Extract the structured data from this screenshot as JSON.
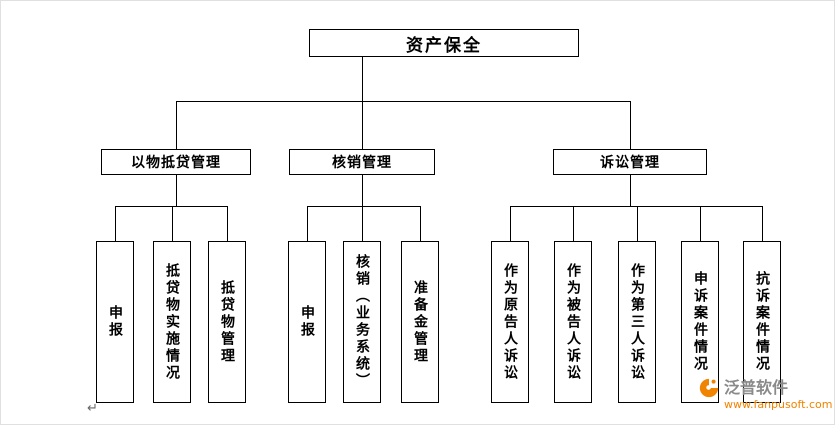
{
  "tree": {
    "root": "资产保全",
    "branches": [
      {
        "label": "以物抵贷管理",
        "children": [
          "申报",
          "抵贷物实施情况",
          "抵贷物管理"
        ]
      },
      {
        "label": "核销管理",
        "children": [
          "申报",
          "核销（业务系统）",
          "准备金管理"
        ]
      },
      {
        "label": "诉讼管理",
        "children": [
          "作为原告人诉讼",
          "作为被告人诉讼",
          "作为第三人诉讼",
          "申诉案件情况",
          "抗诉案件情况"
        ]
      }
    ]
  },
  "watermark": {
    "brand": "泛普软件",
    "url": "www.fanpusoft.com",
    "accent_color": "#f08300"
  },
  "marks": {
    "return_symbol": "↵"
  }
}
